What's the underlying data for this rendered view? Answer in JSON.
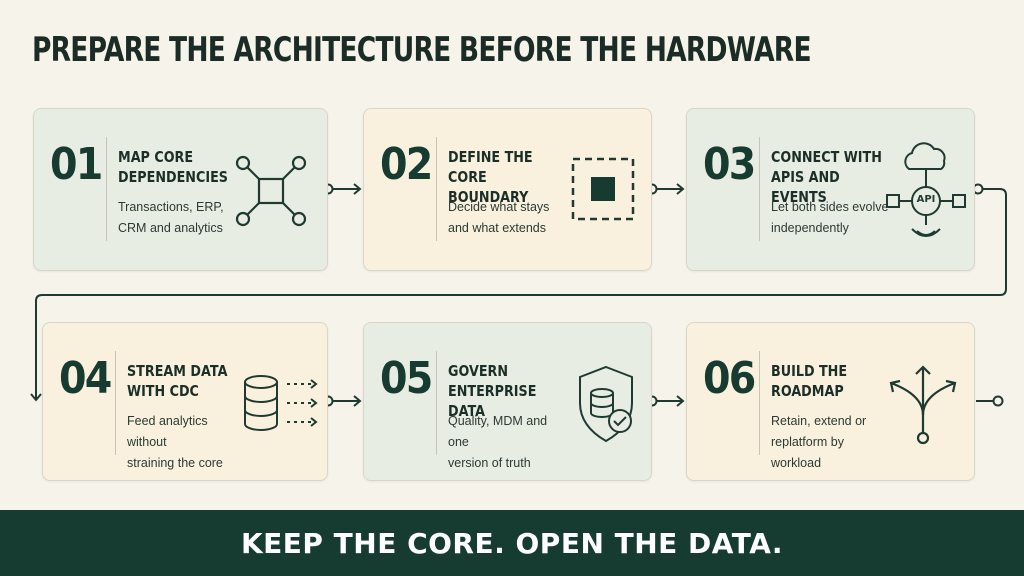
{
  "title": "PREPARE THE ARCHITECTURE BEFORE THE HARDWARE",
  "steps": [
    {
      "number": "01",
      "heading": "MAP CORE\nDEPENDENCIES",
      "description": "Transactions, ERP,\nCRM and analytics",
      "icon": "network-nodes-icon"
    },
    {
      "number": "02",
      "heading": "DEFINE THE CORE\nBOUNDARY",
      "description": "Decide what stays\nand what extends",
      "icon": "dashed-boundary-icon"
    },
    {
      "number": "03",
      "heading": "CONNECT WITH\nAPIS AND EVENTS",
      "description": "Let both sides evolve\nindependently",
      "icon": "api-cloud-icon",
      "icon_label": "API"
    },
    {
      "number": "04",
      "heading": "STREAM DATA\nWITH CDC",
      "description": "Feed analytics without\nstraining the core",
      "icon": "database-stream-icon"
    },
    {
      "number": "05",
      "heading": "GOVERN ENTERPRISE\nDATA",
      "description": "Quality, MDM and one\nversion of truth",
      "icon": "shield-database-icon"
    },
    {
      "number": "06",
      "heading": "BUILD THE\nROADMAP",
      "description": "Retain, extend or\nreplatform by workload",
      "icon": "branching-arrows-icon"
    }
  ],
  "footer": "KEEP THE CORE. OPEN THE DATA.",
  "colors": {
    "background": "#f6f3ea",
    "dark_green": "#163b31",
    "card_green": "#e8ede4",
    "card_cream": "#f9f1de",
    "text": "#1b2e28"
  }
}
